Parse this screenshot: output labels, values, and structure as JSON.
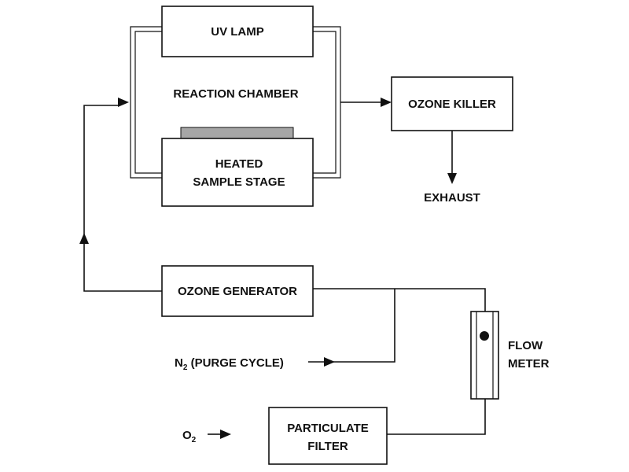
{
  "labels": {
    "uv_lamp": "UV LAMP",
    "reaction_chamber": "REACTION CHAMBER",
    "heated_stage_line1": "HEATED",
    "heated_stage_line2": "SAMPLE STAGE",
    "ozone_killer": "OZONE KILLER",
    "exhaust": "EXHAUST",
    "ozone_generator": "OZONE GENERATOR",
    "flow_meter_line1": "FLOW",
    "flow_meter_line2": "METER",
    "n2_prefix": "N",
    "n2_subscript": "2",
    "n2_suffix": " (PURGE CYCLE)",
    "o2_prefix": "O",
    "o2_subscript": "2",
    "particulate_line1": "PARTICULATE",
    "particulate_line2": "FILTER"
  },
  "colors": {
    "line": "#111111",
    "sample_fill": "#a6a6a6",
    "background": "#ffffff"
  }
}
